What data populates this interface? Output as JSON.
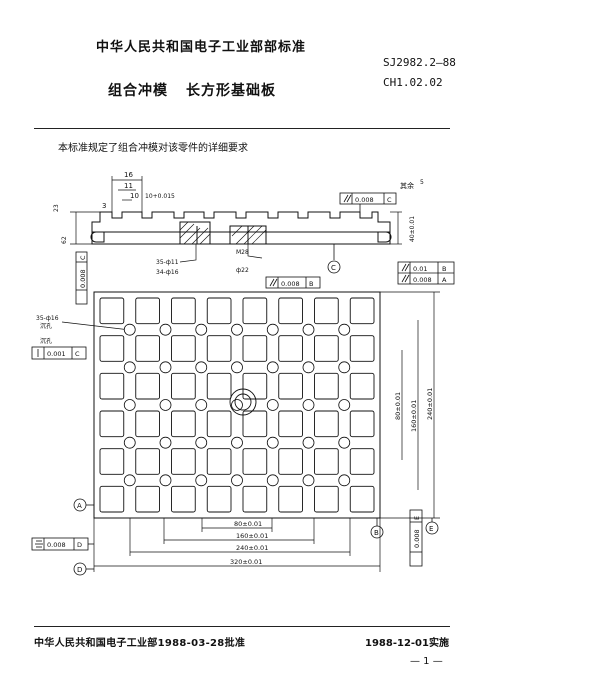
{
  "header": {
    "org": "中华人民共和国电子工业部部标准",
    "std_code": "SJ2982.2—88",
    "title_part1": "组合冲模",
    "title_part2": "长方形基础板",
    "sub_code": "CH1.02.02"
  },
  "intro": "本标准规定了组合冲模对该零件的详细要求",
  "drawing": {
    "dim_16": "16",
    "dim_11": "11",
    "dim_10": "10",
    "dim_10_tol": "10+0.015",
    "dim_3": "3",
    "dim_23": "23",
    "dim_62": "62",
    "dim_m28": "M28",
    "dim_phi22": "ф22",
    "dim_35_phi11": "35-ф11",
    "dim_34_phi16": "34-ф16",
    "dim_side_40": "40±0.01",
    "roughness": "其余",
    "tol_parallel_top": "0.008",
    "tol_parallel_top_ref": "C",
    "datum_c": "C",
    "tol_parallel_mid": "0.008",
    "tol_parallel_mid_ref": "B",
    "tol_flat_left": "0.001",
    "tol_flat_left_ref": "C",
    "tol_left_vertical": "0.008",
    "tol_left_vertical_ref": "C",
    "tol_right_a": "0.01",
    "tol_right_a_ref": "B",
    "tol_right_b": "0.008",
    "tol_right_b_ref": "A",
    "hole_label": "35-ф16",
    "hole_label_2": "沉孔",
    "hole_label_3": "沉孔",
    "datum_a": "A",
    "datum_b": "B",
    "datum_d": "D",
    "datum_e": "E",
    "dim_h_80": "80±0.01",
    "dim_h_160": "160±0.01",
    "dim_h_240": "240±0.01",
    "dim_h_320": "320±0.01",
    "dim_v_80": "80±0.01",
    "dim_v_160": "160±0.01",
    "dim_v_240": "240±0.01",
    "tol_sym_d": "0.008",
    "tol_sym_d_ref": "D",
    "tol_right_e": "0.008",
    "tol_right_e_ref": "E",
    "note_mark": "5"
  },
  "footer": {
    "approval": "中华人民共和国电子工业部1988-03-28批准",
    "implement": "1988-12-01实施",
    "page": "— 1 —"
  }
}
